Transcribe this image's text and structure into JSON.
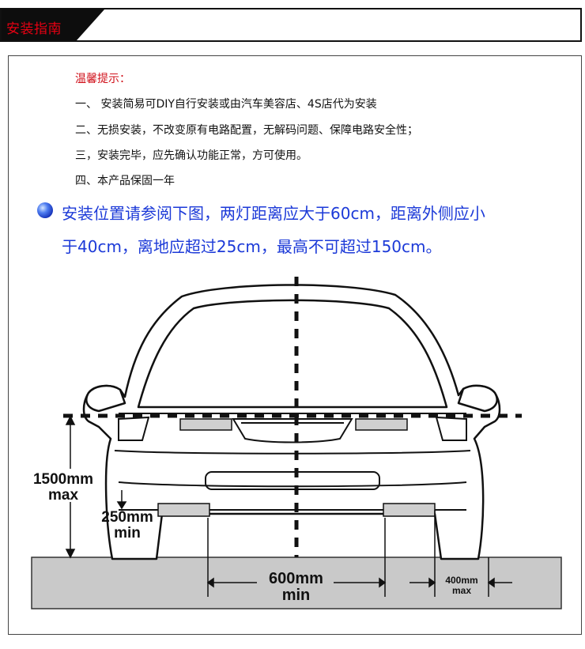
{
  "header": {
    "title": "安装指南"
  },
  "tips": {
    "title": "温馨提示：",
    "items": [
      "一、  安装简易可DIY自行安装或由汽车美容店、4S店代为安装",
      "二、无损安装，不改变原有电路配置，无解码问题、保障电路安全性；",
      "三，安装完毕，应先确认功能正常，方可使用。",
      "四、本产品保固一年"
    ]
  },
  "note": {
    "line1": "安装位置请参阅下图，两灯距离应大于60cm，距离外侧应小",
    "line2": "于40cm，离地应超过25cm，最高不可超过150cm。"
  },
  "diagram": {
    "max_height": {
      "value": "1500mm",
      "unit": "max"
    },
    "min_ground": {
      "value": "250mm",
      "unit": "min"
    },
    "min_spacing": {
      "value": "600mm",
      "unit": "min"
    },
    "max_side": {
      "value": "400mm",
      "unit": "max"
    }
  },
  "colors": {
    "accent_red": "#e60012",
    "note_blue": "#1c3ad8"
  }
}
